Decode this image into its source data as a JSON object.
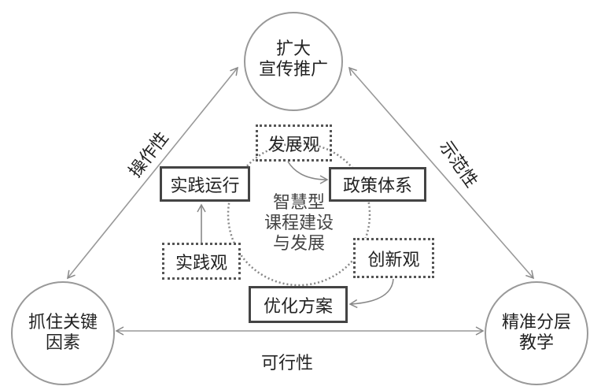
{
  "nodes": {
    "top": [
      "扩大",
      "宣传推广"
    ],
    "left": [
      "抓住关键",
      "因素"
    ],
    "right": [
      "精准分层",
      "教学"
    ],
    "center": [
      "智慧型",
      "课程建设",
      "与发展"
    ]
  },
  "edges": {
    "left": "操作性",
    "right": "示范性",
    "bottom": "可行性"
  },
  "boxes": {
    "development_view": "发展观",
    "practice_operation": "实践运行",
    "policy_system": "政策体系",
    "practice_view": "实践观",
    "innovation_view": "创新观",
    "optimization_plan": "优化方案"
  }
}
